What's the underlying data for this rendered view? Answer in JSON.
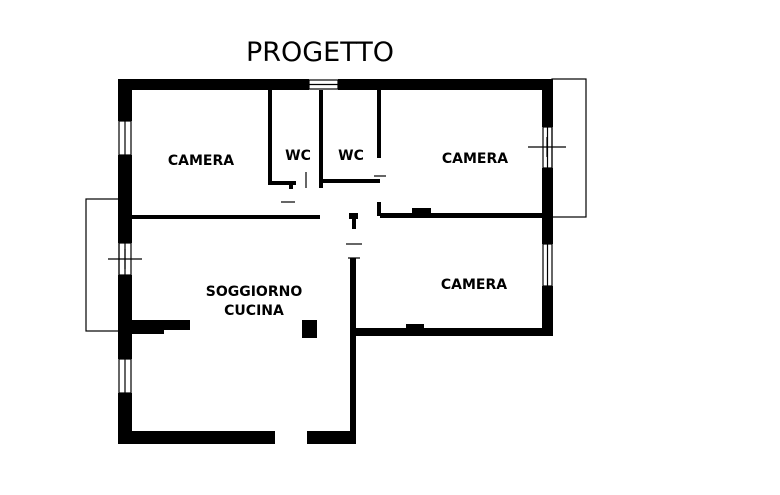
{
  "title": "PROGETTO",
  "rooms": {
    "camera_top_left": "CAMERA",
    "wc_left": "WC",
    "wc_right": "WC",
    "camera_top_right": "CAMERA",
    "soggiorno_line1": "SOGGIORNO",
    "soggiorno_line2": "CUCINA",
    "camera_bottom_right": "CAMERA"
  },
  "colors": {
    "wall": "#000000",
    "background": "#ffffff"
  }
}
